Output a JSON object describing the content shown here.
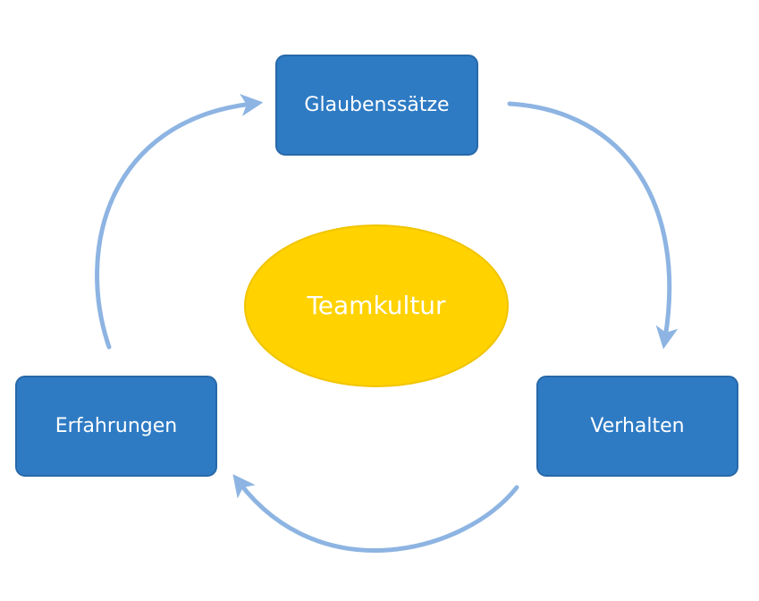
{
  "center": {
    "label": "Teamkultur",
    "fill": "#FFD200",
    "stroke": "#F1C400"
  },
  "nodes": [
    {
      "id": "glaubenssaetze",
      "label": "Glaubenssätze"
    },
    {
      "id": "verhalten",
      "label": "Verhalten"
    },
    {
      "id": "erfahrungen",
      "label": "Erfahrungen"
    }
  ],
  "colors": {
    "node_fill": "#2E7BC4",
    "node_stroke": "#2868A8",
    "arrow": "#8DB4E2"
  }
}
